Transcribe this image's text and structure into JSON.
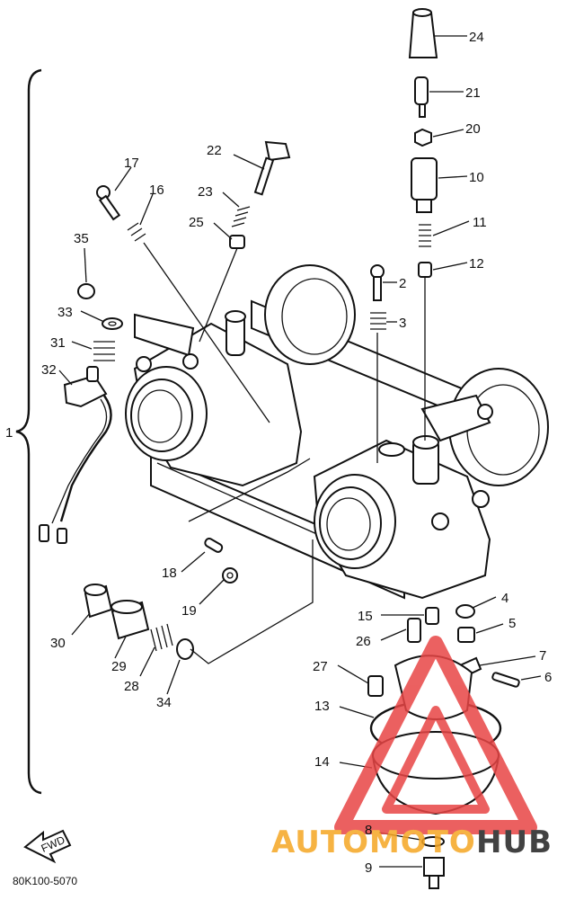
{
  "diagram": {
    "bracket_label": "1",
    "drawing_code": "80K100-5070",
    "direction_label": "FWD",
    "watermark": {
      "part1": "AUTOMOTO",
      "part2": "HUB",
      "color1": "#f5a623",
      "color2": "#222222",
      "logo_color": "#e84545"
    },
    "callouts": [
      "24",
      "21",
      "20",
      "10",
      "11",
      "12",
      "2",
      "3",
      "22",
      "23",
      "25",
      "17",
      "16",
      "35",
      "33",
      "31",
      "32",
      "18",
      "19",
      "30",
      "29",
      "28",
      "34",
      "15",
      "4",
      "5",
      "26",
      "7",
      "6",
      "27",
      "13",
      "14",
      "8",
      "9"
    ]
  }
}
